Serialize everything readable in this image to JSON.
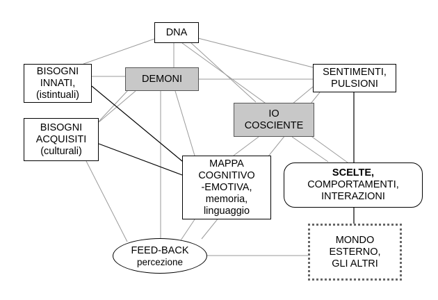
{
  "nodes": {
    "dna": {
      "lines": [
        "DNA"
      ]
    },
    "bisogni_innati": {
      "lines": [
        "BISOGNI",
        "INNATI,",
        "(istintuali)"
      ]
    },
    "demoni": {
      "lines": [
        "DEMONI"
      ]
    },
    "sentimenti": {
      "lines": [
        "SENTIMENTI,",
        "PULSIONI"
      ]
    },
    "io_cosciente": {
      "lines": [
        "IO",
        "COSCIENTE"
      ]
    },
    "bisogni_acquisiti": {
      "lines": [
        "BISOGNI",
        "ACQUISITI",
        "(culturali)"
      ]
    },
    "mappa": {
      "lines": [
        "MAPPA",
        "COGNITIVO",
        "-EMOTIVA,",
        "memoria,",
        "linguaggio"
      ]
    },
    "scelte": {
      "lines": [
        "SCELTE,",
        "COMPORTAMENTI,",
        "INTERAZIONI"
      ]
    },
    "mondo": {
      "lines": [
        "MONDO",
        "ESTERNO,",
        "GLI ALTRI"
      ]
    },
    "feedback": {
      "lines": [
        "FEED-BACK",
        "percezione"
      ]
    }
  },
  "colors": {
    "shaded_fill": "#c8c8c8",
    "thin_line": "#9a9a9a",
    "strong_line": "#000000",
    "dotted_border": "#666666"
  }
}
